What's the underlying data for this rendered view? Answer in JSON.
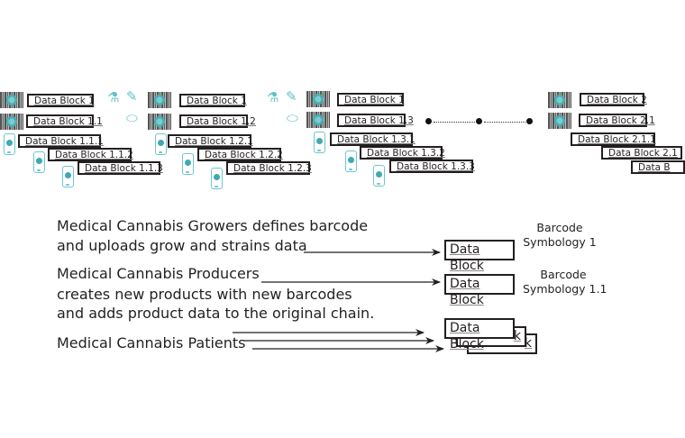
{
  "chains": [
    {
      "blocks": [
        "Data Block 1",
        "Data Block 1.1",
        "Data Block 1.1.1",
        "Data Block 1.1.2",
        "Data Block 1.1.3"
      ]
    },
    {
      "blocks": [
        "Data Block 1",
        "Data Block 1.2",
        "Data Block 1.2.1",
        "Data Block 1.2.2",
        "Data Block 1.2.3"
      ]
    },
    {
      "blocks": [
        "Data Block 1",
        "Data Block 1.3",
        "Data Block 1.3.1",
        "Data Block 1.3.2",
        "Data Block 1.3.3"
      ]
    },
    {
      "blocks": [
        "Data Block 2",
        "Data Block 2.1",
        "Data Block 2.1.1",
        "Data Block 2.1",
        "Data B"
      ]
    }
  ],
  "icons": {
    "barcode": "barcode-icon",
    "phone": "smartphone-icon",
    "flask": "flask-icon",
    "dropper": "dropper-icon",
    "pills": "pills-icon"
  },
  "legend": {
    "growers_line1": "Medical Cannabis Growers defines barcode",
    "growers_line2": "and uploads grow and strains data",
    "producers_line1": "Medical Cannabis Producers",
    "producers_line2": "creates new products with new barcodes",
    "producers_line3": "and adds product data to the original chain.",
    "patients": "Medical Cannabis Patients",
    "block_label": "Data Block",
    "stack_back_label": "Data Block",
    "stack_tail": "k",
    "symbology1_line1": "Barcode",
    "symbology1_line2": "Symbology 1",
    "symbology11_line1": "Barcode",
    "symbology11_line2": "Symbology 1.1"
  },
  "colors": {
    "accent_teal": "#5fc1c6",
    "ink": "#231f20"
  }
}
